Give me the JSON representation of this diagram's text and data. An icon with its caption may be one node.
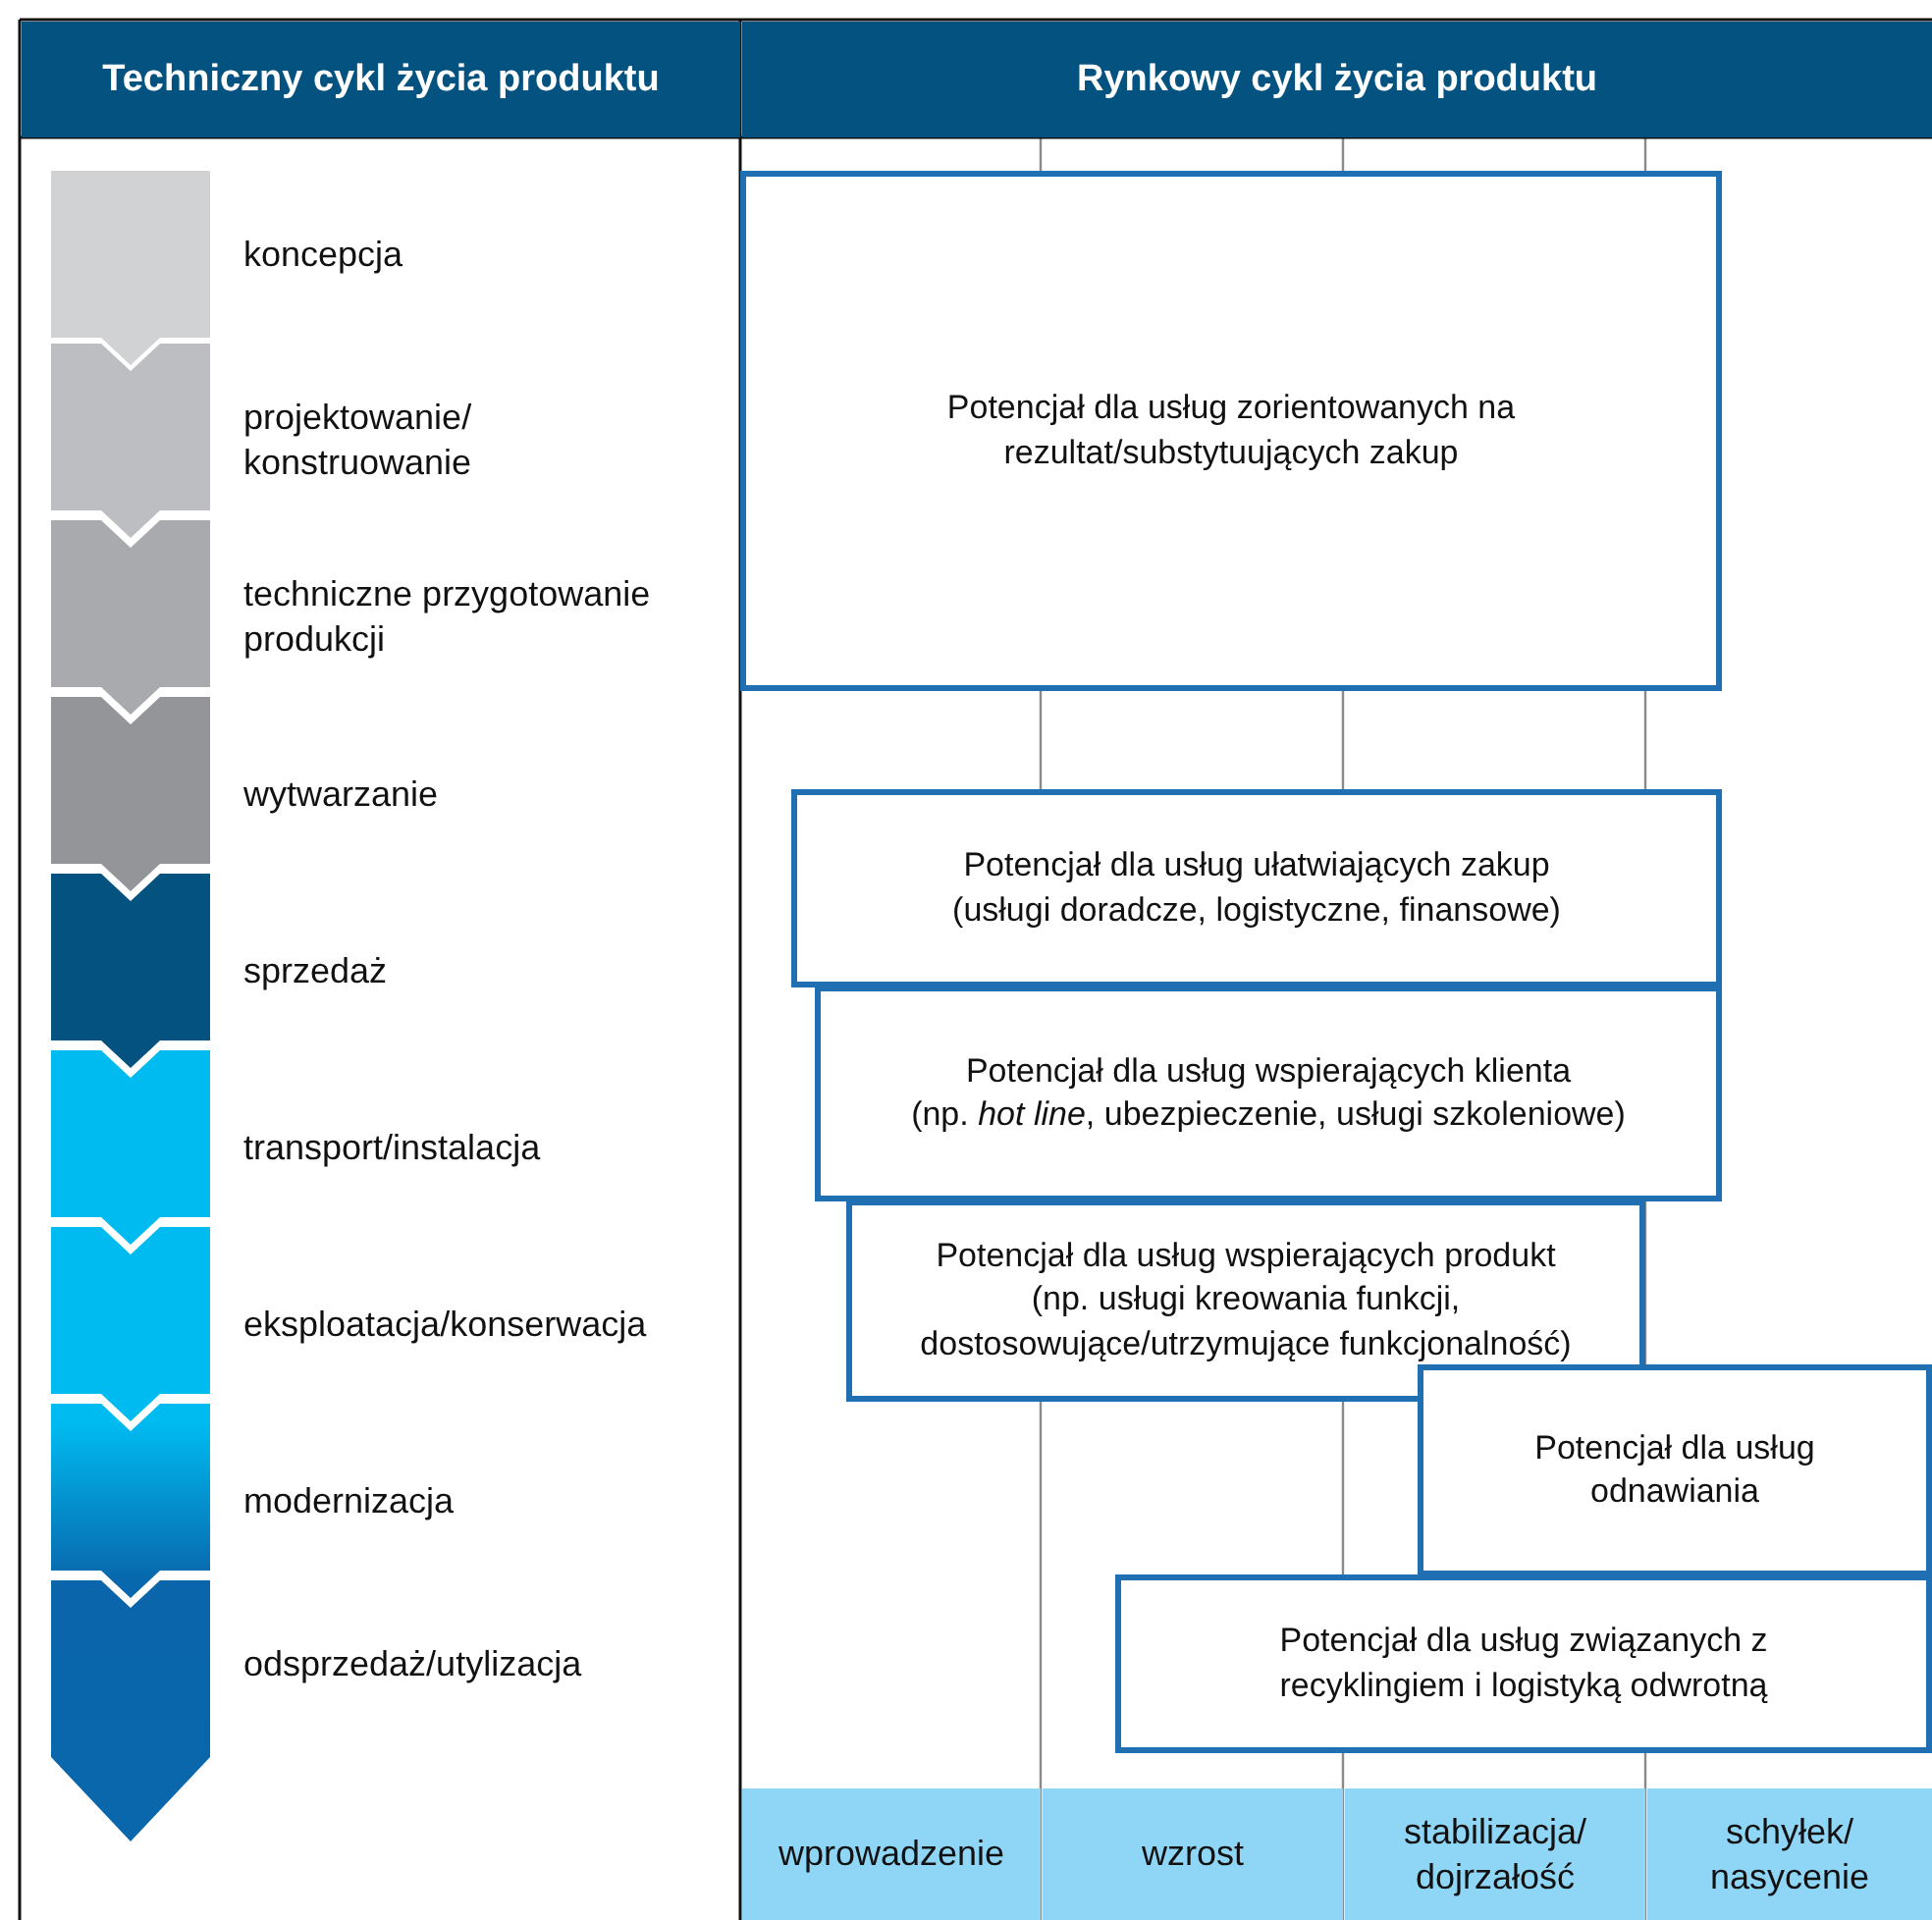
{
  "diagram": {
    "nodes": [
      {
        "text": [
          "Techniczny cykl życia produktu"
        ]
      },
      {
        "text": [
          "Rynkowy cykl życia produktu"
        ]
      },
      {
        "text": [],
        "shape": "chevron",
        "beside": [
          "koncepcja"
        ]
      },
      {
        "text": [],
        "shape": "chevron",
        "beside": [
          "projektowanie/ konstruowanie"
        ]
      },
      {
        "text": [],
        "shape": "chevron",
        "beside": [
          "techniczne przygotowanie produkcji"
        ]
      },
      {
        "text": [],
        "shape": "chevron",
        "beside": [
          "wytwarzanie"
        ]
      },
      {
        "text": [],
        "shape": "chevron",
        "beside": [
          "sprzedaż"
        ]
      },
      {
        "text": [],
        "shape": "chevron",
        "beside": [
          "transport/instalacja"
        ]
      },
      {
        "text": [],
        "shape": "chevron",
        "beside": [
          "eksploatacja/konserwacja"
        ]
      },
      {
        "text": [],
        "shape": "chevron",
        "beside": [
          "modernizacja"
        ]
      },
      {
        "text": [],
        "shape": "chevron",
        "beside": [
          "odsprzedaż/utylizacja"
        ]
      },
      {
        "text": [
          "Potencjał dla usług zorientowanych na rezultat/substytuujących zakup"
        ]
      },
      {
        "text": [
          "Potencjał dla usług ułatwiających zakup",
          "(usługi doradcze, logistyczne, finansowe)"
        ]
      },
      {
        "text": [
          "Potencjał dla usług wspierających klienta",
          "(np. *hot line*, ubezpieczenie, usługi szkoleniowe)"
        ]
      },
      {
        "text": [
          "Potencjał dla usług wspierających produkt",
          "(np. usługi kreowania funkcji, dostosowujące/utrzymujące funkcjonalność)"
        ]
      },
      {
        "text": [
          "Potencjał dla usług odnawiania"
        ]
      },
      {
        "text": [
          "Potencjał dla usług związanych z recyklingiem i logistyką odwrotną"
        ]
      },
      {
        "text": [
          "wprowadzenie"
        ]
      },
      {
        "text": [
          "wzrost"
        ]
      },
      {
        "text": [
          "stabilizacja/ dojrzałość"
        ]
      },
      {
        "text": [
          "schyłek/ nasycenie"
        ]
      }
    ]
  }
}
